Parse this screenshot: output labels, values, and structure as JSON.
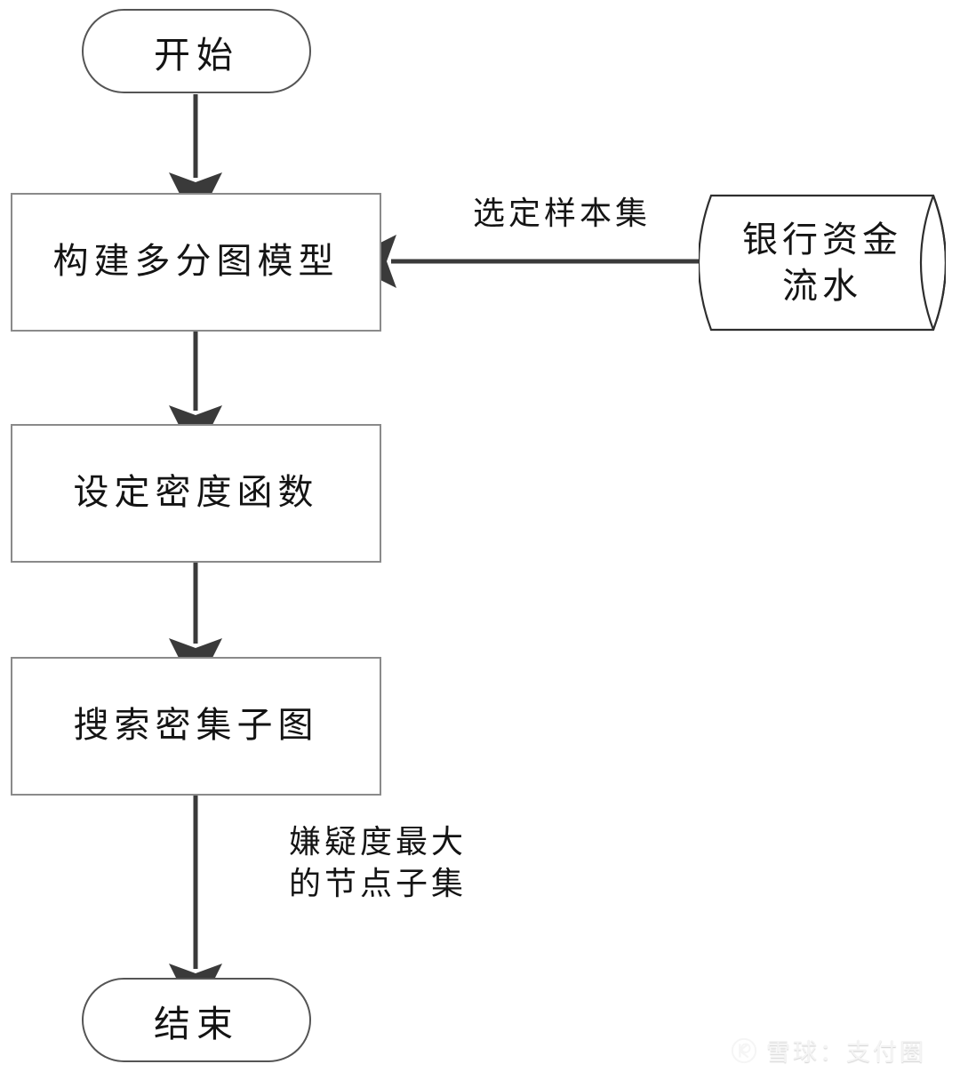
{
  "diagram": {
    "title_text": "",
    "background_color": "#ffffff",
    "box_border_color": "#8a8a8a",
    "arrow_color": "#3a3a3a",
    "text_color": "#141414",
    "nodes": {
      "start": {
        "label": "开始",
        "shape": "terminator"
      },
      "build_model": {
        "label": "构建多分图模型",
        "shape": "process"
      },
      "density_function": {
        "label": "设定密度函数",
        "shape": "process"
      },
      "search_subgraph": {
        "label": "搜索密集子图",
        "shape": "process"
      },
      "end": {
        "label": "结束",
        "shape": "terminator"
      },
      "data_source": {
        "label": "银行资金\n流水",
        "shape": "cylinder"
      }
    },
    "edge_labels": {
      "sample_set": "选定样本集",
      "result_subset": "嫌疑度最大\n的节点子集"
    }
  },
  "watermark": {
    "text": "雪球：支付圈",
    "logo_icon": "snowball-circle-logo"
  }
}
